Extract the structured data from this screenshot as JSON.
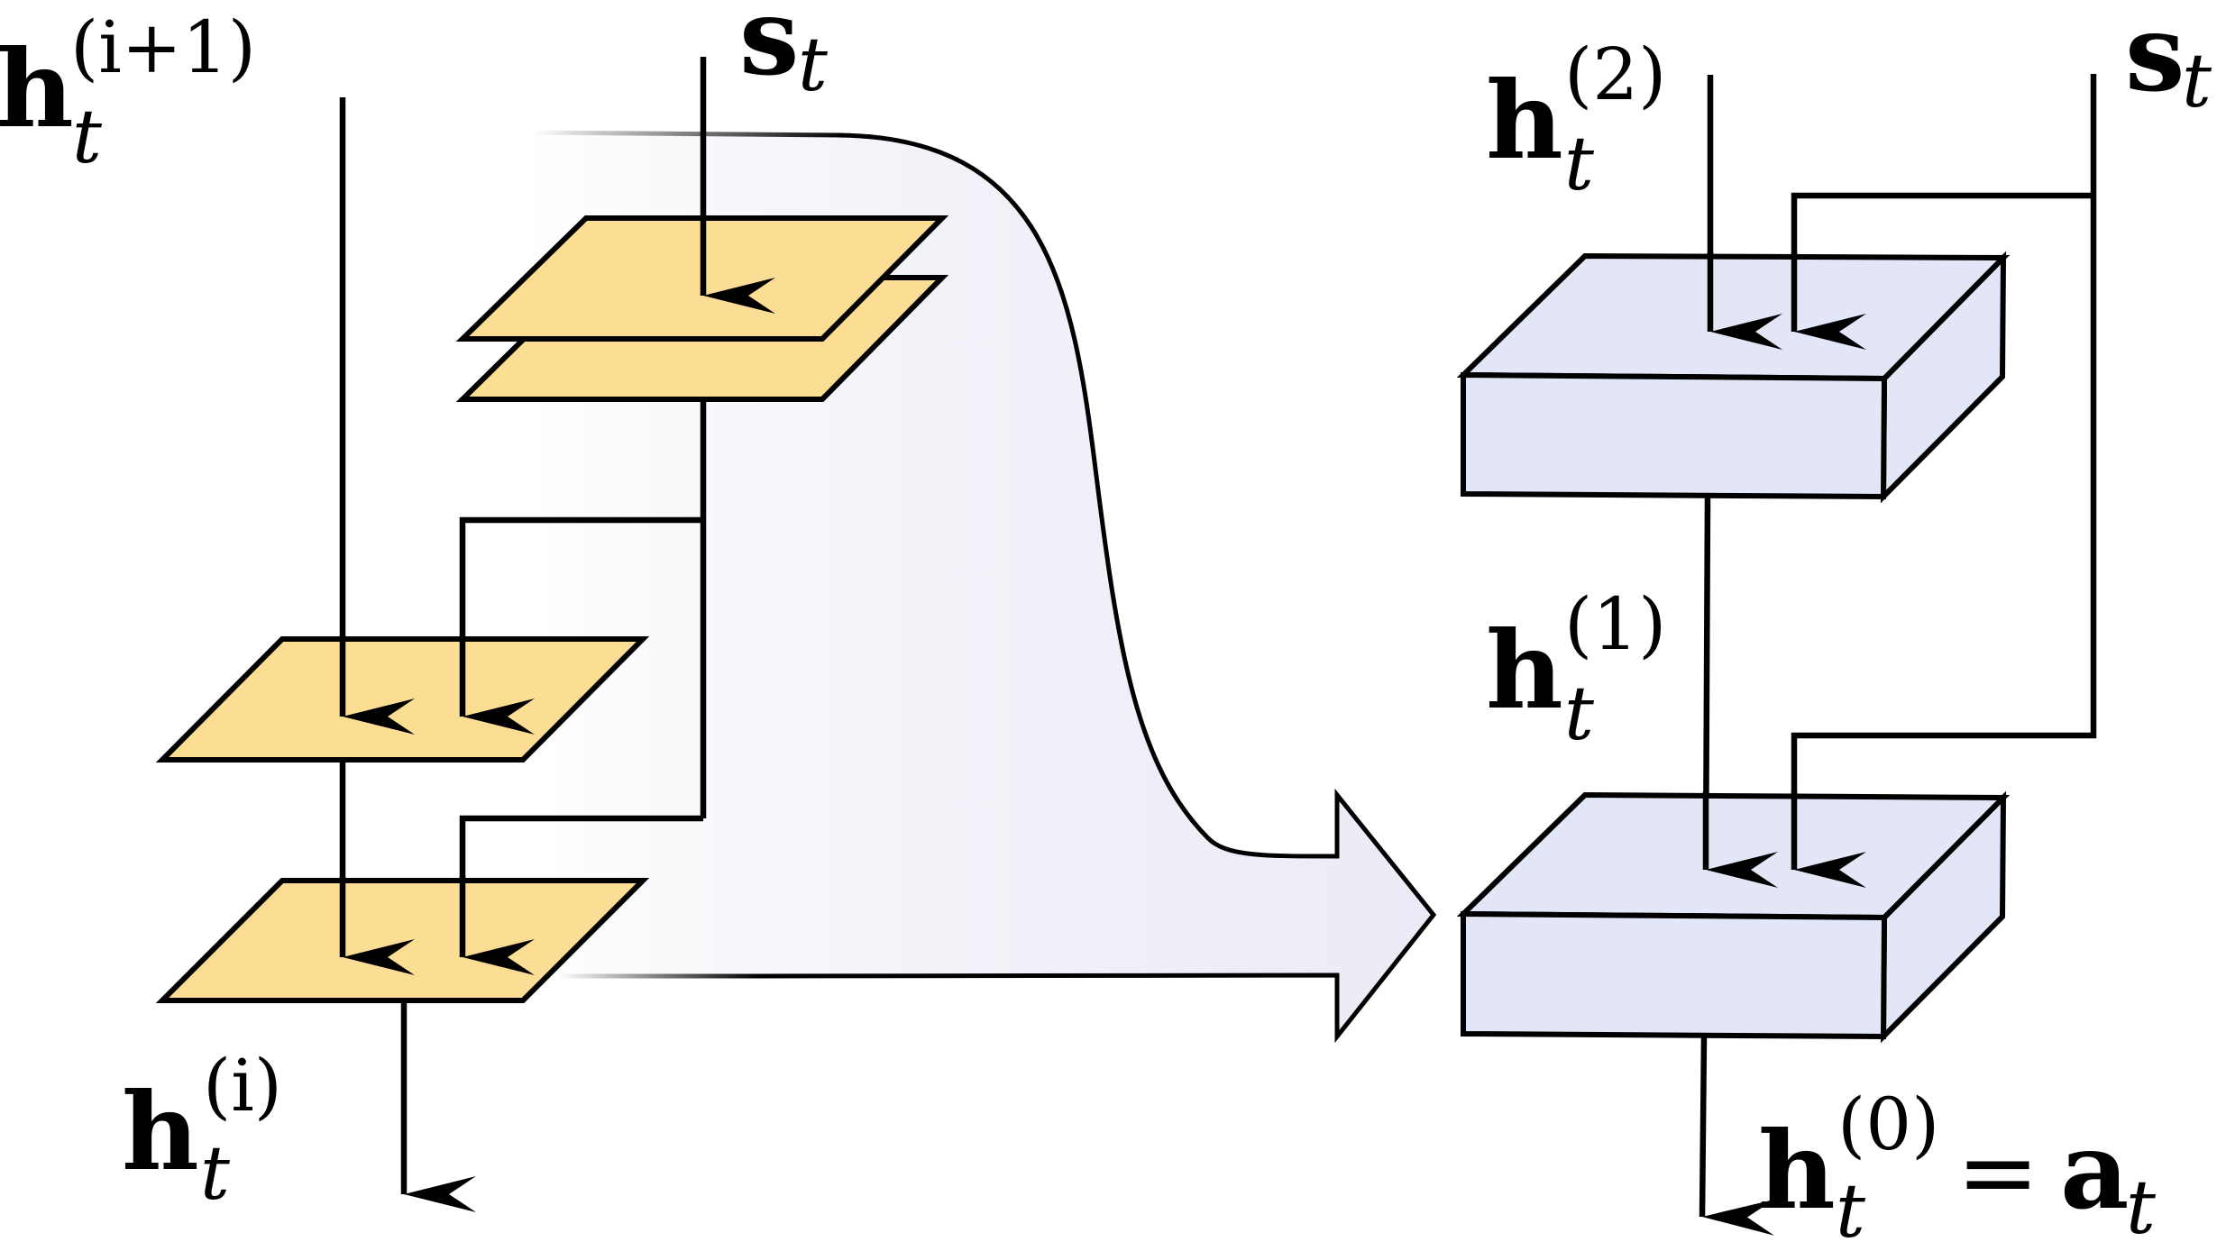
{
  "colors": {
    "layer_fill": "#FCDD94",
    "box_front": "#E2E6F7",
    "box_side": "#E2E6F7",
    "arrow_fill": "#EEEDF8",
    "stroke": "#000000"
  },
  "labels": {
    "h_bold": "h",
    "s_bold": "s",
    "a_bold": "a",
    "t_sub": "t",
    "sup_i_plus_1": "(i+1)",
    "sup_i": "(i)",
    "sup_2": "(2)",
    "sup_1": "(1)",
    "sup_0": "(0)",
    "equals": "="
  }
}
